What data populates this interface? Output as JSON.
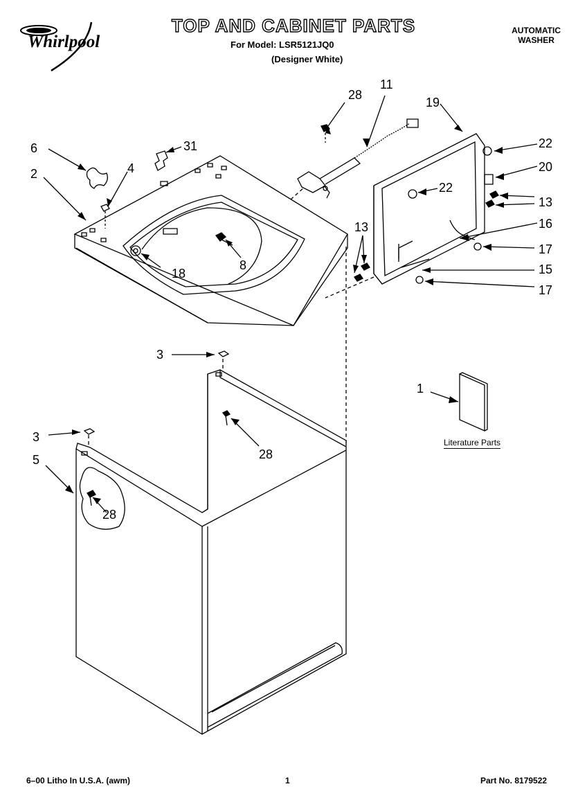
{
  "header": {
    "brand": "Whirlpool",
    "title": "TOP AND CABINET PARTS",
    "model_line": "For Model: LSR5121JQ0",
    "color_line": "(Designer White)",
    "product_line1": "AUTOMATIC",
    "product_line2": "WASHER"
  },
  "callouts": {
    "c6": "6",
    "c31": "31",
    "c4": "4",
    "c2": "2",
    "c8": "8",
    "c18": "18",
    "c28a": "28",
    "c11": "11",
    "c19": "19",
    "c22a": "22",
    "c20": "20",
    "c22b": "22",
    "c13a": "13",
    "c16": "16",
    "c17a": "17",
    "c13b": "13",
    "c15": "15",
    "c17b": "17",
    "c3a": "3",
    "c28b": "28",
    "c3b": "3",
    "c5": "5",
    "c28c": "28",
    "c1": "1"
  },
  "literature_label": "Literature Parts",
  "footer": {
    "left": "6–00 Litho In U.S.A. (awm)",
    "center": "1",
    "right": "Part No. 8179522"
  }
}
